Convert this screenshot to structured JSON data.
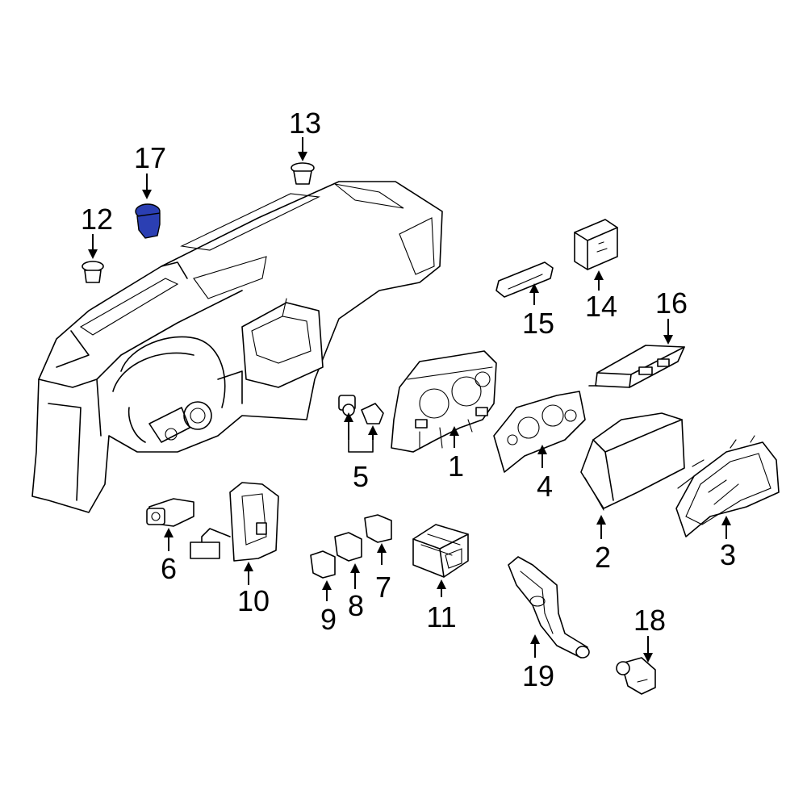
{
  "diagram": {
    "highlight_color": "#2b3fb3",
    "highlighted_part": "17",
    "callouts": [
      {
        "id": "c1",
        "label": "1"
      },
      {
        "id": "c2",
        "label": "2"
      },
      {
        "id": "c3",
        "label": "3"
      },
      {
        "id": "c4",
        "label": "4"
      },
      {
        "id": "c5",
        "label": "5"
      },
      {
        "id": "c6",
        "label": "6"
      },
      {
        "id": "c7",
        "label": "7"
      },
      {
        "id": "c8",
        "label": "8"
      },
      {
        "id": "c9",
        "label": "9"
      },
      {
        "id": "c10",
        "label": "10"
      },
      {
        "id": "c11",
        "label": "11"
      },
      {
        "id": "c12",
        "label": "12"
      },
      {
        "id": "c13",
        "label": "13"
      },
      {
        "id": "c14",
        "label": "14"
      },
      {
        "id": "c15",
        "label": "15"
      },
      {
        "id": "c16",
        "label": "16"
      },
      {
        "id": "c17",
        "label": "17"
      },
      {
        "id": "c18",
        "label": "18"
      },
      {
        "id": "c19",
        "label": "19"
      }
    ]
  }
}
